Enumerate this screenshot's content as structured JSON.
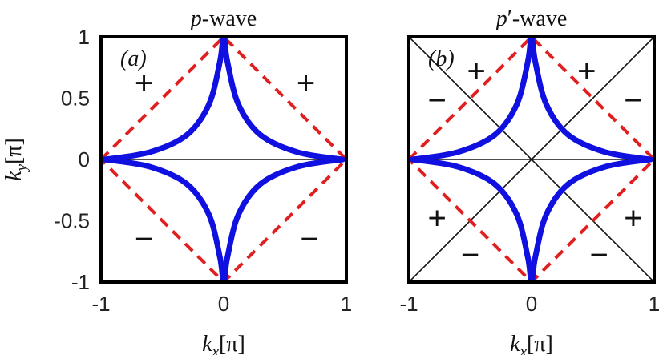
{
  "chart_data": [
    {
      "type": "line",
      "panel_label": "(a)",
      "title": "p-wave",
      "title_parts": {
        "var": "p",
        "rest": "-wave"
      },
      "xlabel": "k_x[π]",
      "ylabel": "k_y[π]",
      "xlim": [
        -1,
        1
      ],
      "ylim": [
        -1,
        1
      ],
      "xticks": [
        "-1",
        "0",
        "1"
      ],
      "yticks": [
        "1",
        "0.5",
        "0",
        "-0.5",
        "-1"
      ],
      "grid": false,
      "series": [
        {
          "role": "fermi-surface-solid",
          "color": "#1010e0",
          "style": "solid",
          "points": [
            [
              -0.97,
              0.0
            ],
            [
              -0.6,
              0.06
            ],
            [
              -0.3,
              0.2
            ],
            [
              -0.12,
              0.45
            ],
            [
              -0.03,
              0.8
            ],
            [
              0.0,
              1.0
            ],
            [
              0.03,
              0.8
            ],
            [
              0.12,
              0.45
            ],
            [
              0.3,
              0.2
            ],
            [
              0.6,
              0.06
            ],
            [
              0.97,
              0.0
            ]
          ]
        },
        {
          "role": "fermi-surface-dashed",
          "color": "#e02020",
          "style": "dashed",
          "points": [
            [
              -1.0,
              0.0
            ],
            [
              -0.5,
              0.5
            ],
            [
              0.0,
              1.0
            ],
            [
              0.5,
              0.5
            ],
            [
              1.0,
              0.0
            ],
            [
              0.5,
              -0.5
            ],
            [
              0.0,
              -1.0
            ],
            [
              -0.5,
              -0.5
            ],
            [
              -1.0,
              0.0
            ]
          ]
        }
      ],
      "nodal_lines": [
        [
          [
            -1,
            0
          ],
          [
            1,
            0
          ]
        ]
      ],
      "signs": [
        {
          "text": "+",
          "x": -0.65,
          "y": 0.62
        },
        {
          "text": "+",
          "x": 0.67,
          "y": 0.62
        },
        {
          "text": "−",
          "x": -0.65,
          "y": -0.65
        },
        {
          "text": "−",
          "x": 0.7,
          "y": -0.65
        }
      ]
    },
    {
      "type": "line",
      "panel_label": "(b)",
      "title": "p′-wave",
      "title_parts": {
        "var": "p",
        "rest": "′-wave"
      },
      "xlabel": "k_x[π]",
      "xlim": [
        -1,
        1
      ],
      "ylim": [
        -1,
        1
      ],
      "xticks": [
        "-1",
        "0",
        "1"
      ],
      "grid": false,
      "series": [
        {
          "role": "fermi-surface-solid",
          "color": "#1010e0",
          "style": "solid",
          "points": [
            [
              -0.97,
              0.0
            ],
            [
              -0.6,
              0.06
            ],
            [
              -0.3,
              0.2
            ],
            [
              -0.12,
              0.45
            ],
            [
              -0.03,
              0.8
            ],
            [
              0.0,
              1.0
            ],
            [
              0.03,
              0.8
            ],
            [
              0.12,
              0.45
            ],
            [
              0.3,
              0.2
            ],
            [
              0.6,
              0.06
            ],
            [
              0.97,
              0.0
            ]
          ]
        },
        {
          "role": "fermi-surface-dashed",
          "color": "#e02020",
          "style": "dashed",
          "points": [
            [
              -1.0,
              0.0
            ],
            [
              -0.5,
              0.5
            ],
            [
              0.0,
              1.0
            ],
            [
              0.5,
              0.5
            ],
            [
              1.0,
              0.0
            ],
            [
              0.5,
              -0.5
            ],
            [
              0.0,
              -1.0
            ],
            [
              -0.5,
              -0.5
            ],
            [
              -1.0,
              0.0
            ]
          ]
        }
      ],
      "nodal_lines": [
        [
          [
            -1,
            0
          ],
          [
            1,
            0
          ]
        ],
        [
          [
            -1,
            -1
          ],
          [
            1,
            1
          ]
        ],
        [
          [
            -1,
            1
          ],
          [
            1,
            -1
          ]
        ]
      ],
      "signs": [
        {
          "text": "+",
          "x": -0.45,
          "y": 0.72
        },
        {
          "text": "+",
          "x": 0.45,
          "y": 0.72
        },
        {
          "text": "−",
          "x": -0.77,
          "y": 0.48
        },
        {
          "text": "−",
          "x": 0.83,
          "y": 0.48
        },
        {
          "text": "+",
          "x": -0.77,
          "y": -0.48
        },
        {
          "text": "+",
          "x": 0.83,
          "y": -0.48
        },
        {
          "text": "−",
          "x": -0.5,
          "y": -0.78
        },
        {
          "text": "−",
          "x": 0.55,
          "y": -0.78
        }
      ]
    }
  ]
}
